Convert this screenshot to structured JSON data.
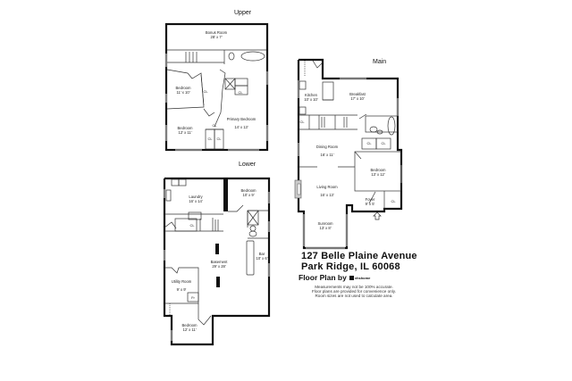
{
  "levels": {
    "upper": {
      "label": "Upper",
      "rooms": [
        {
          "name": "Bonus Room",
          "dims": "28' x 7'"
        },
        {
          "name": "Bedroom",
          "dims": "11' x 10'"
        },
        {
          "name": "Bedroom",
          "dims": "12' x 11'"
        },
        {
          "name": "Primary Bedroom",
          "dims": "14' x 13'"
        }
      ],
      "closets": [
        "CL",
        "CL",
        "CL",
        "CL",
        "CL"
      ]
    },
    "lower": {
      "label": "Lower",
      "rooms": [
        {
          "name": "Laundry",
          "dims": "16' x 14'"
        },
        {
          "name": "Bedroom",
          "dims": "10' x 9'"
        },
        {
          "name": "Basement",
          "dims": "29' x 28'"
        },
        {
          "name": "Bar",
          "dims": "10' x 6'"
        },
        {
          "name": "Utility Room",
          "dims": "9' x 9'"
        },
        {
          "name": "Bedroom",
          "dims": "12' x 11'"
        }
      ],
      "closets": [
        "CL"
      ],
      "misc": [
        "Fr"
      ]
    },
    "main": {
      "label": "Main",
      "rooms": [
        {
          "name": "Kitchen",
          "dims": "10' x 10'"
        },
        {
          "name": "Breakfast",
          "dims": "17' x 10'"
        },
        {
          "name": "Dining Room",
          "dims": "16' x 11'"
        },
        {
          "name": "Living Room",
          "dims": "16' x 13'"
        },
        {
          "name": "Bedroom",
          "dims": "13' x 12'"
        },
        {
          "name": "Foyer",
          "dims": "9' x 5'"
        },
        {
          "name": "Sunroom",
          "dims": "13' x 8'"
        }
      ],
      "closets": [
        "CL",
        "CL",
        "CL",
        "CL"
      ]
    }
  },
  "address": {
    "line1": "127 Belle Plaine Avenue",
    "line2": "Park Ridge, IL 60068"
  },
  "credit": {
    "label": "Floor Plan by",
    "brand": "vhshome"
  },
  "disclaimer": {
    "line1": "Measurements may not be 100% accurate.",
    "line2": "Floor plans are provided for convenience only.",
    "line3": "Room sizes are not used to calculate area."
  }
}
